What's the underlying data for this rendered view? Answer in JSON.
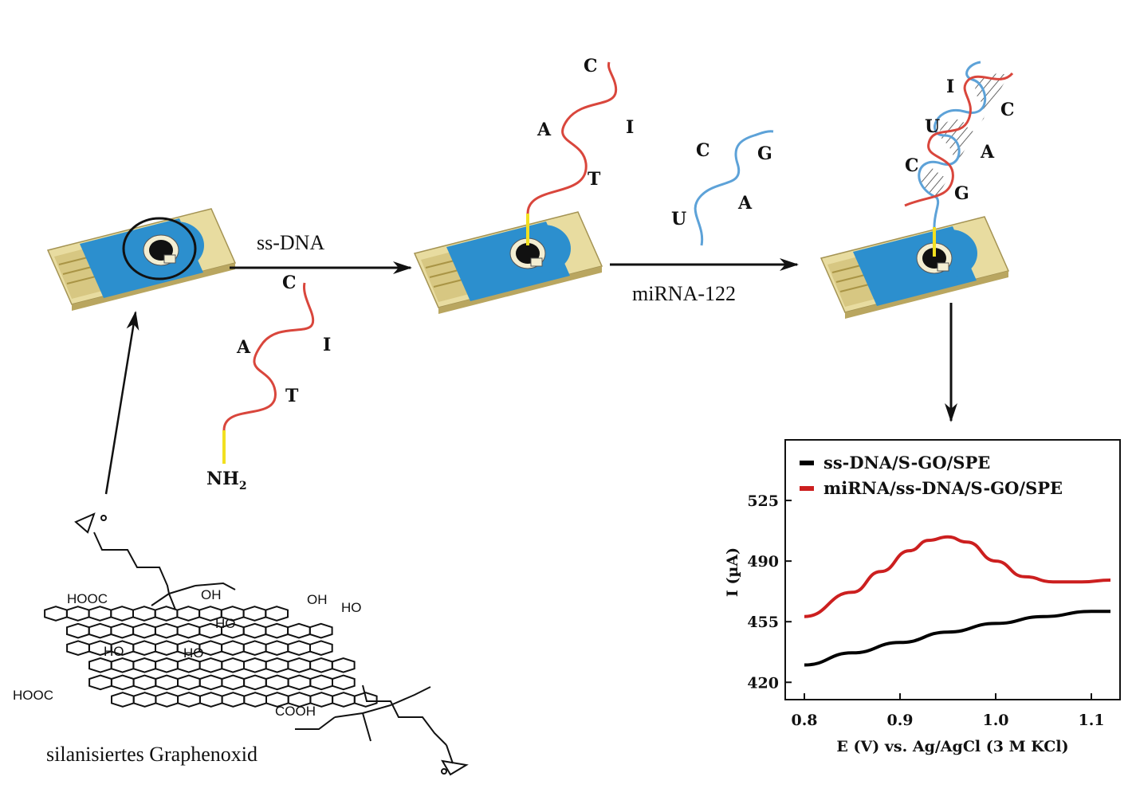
{
  "steps": {
    "step1_label": "ss-DNA",
    "step2_label": "miRNA-122",
    "graphene_label": "silanisiertes Graphenoxid"
  },
  "probe_strand": {
    "bases": [
      "C",
      "I",
      "A",
      "T"
    ],
    "terminal": "NH",
    "terminal_sub": "2"
  },
  "immobilized_strand": {
    "bases": [
      "C",
      "I",
      "A",
      "T"
    ]
  },
  "target_strand": {
    "bases": [
      "C",
      "G",
      "A",
      "U"
    ]
  },
  "duplex": {
    "bases": [
      "I",
      "C",
      "U",
      "A",
      "C",
      "G"
    ]
  },
  "chemistry_labels": {
    "hooc_top": "HOOC",
    "oh_top": "OH",
    "oh_right": "OH",
    "ho_right": "HO",
    "ho_center": "HO",
    "ho_mid1": "HO",
    "ho_mid2": "HO",
    "hooc_left": "HOOC",
    "cooh_bottom": "COOH"
  },
  "colors": {
    "electrode_blue": "#2c8fce",
    "electrode_gold": "#e8dca0",
    "probe_red": "#d9463c",
    "target_blue": "#5da2d8",
    "linker_yellow": "#f2e020",
    "series_black": "#000000",
    "series_red": "#cc1f1f"
  },
  "chart_data": {
    "type": "line",
    "xlabel": "E (V) vs. Ag/AgCl (3 M KCl)",
    "ylabel": "I (µA)",
    "xlim": [
      0.78,
      1.13
    ],
    "ylim": [
      410,
      560
    ],
    "xticks": [
      "0.8",
      "0.9",
      "1.0",
      "1.1"
    ],
    "yticks": [
      "420",
      "455",
      "490",
      "525"
    ],
    "legend_position": "top-left",
    "series": [
      {
        "name": "ss-DNA/S-GO/SPE",
        "color": "#000000",
        "x": [
          0.8,
          0.85,
          0.9,
          0.95,
          1.0,
          1.05,
          1.1,
          1.12
        ],
        "y": [
          430,
          437,
          443,
          449,
          454,
          458,
          461,
          461
        ]
      },
      {
        "name": "miRNA/ss-DNA/S-GO/SPE",
        "color": "#cc1f1f",
        "x": [
          0.8,
          0.85,
          0.88,
          0.91,
          0.93,
          0.95,
          0.97,
          1.0,
          1.03,
          1.06,
          1.09,
          1.12
        ],
        "y": [
          458,
          472,
          484,
          496,
          502,
          504,
          501,
          490,
          481,
          478,
          478,
          479
        ]
      }
    ]
  }
}
